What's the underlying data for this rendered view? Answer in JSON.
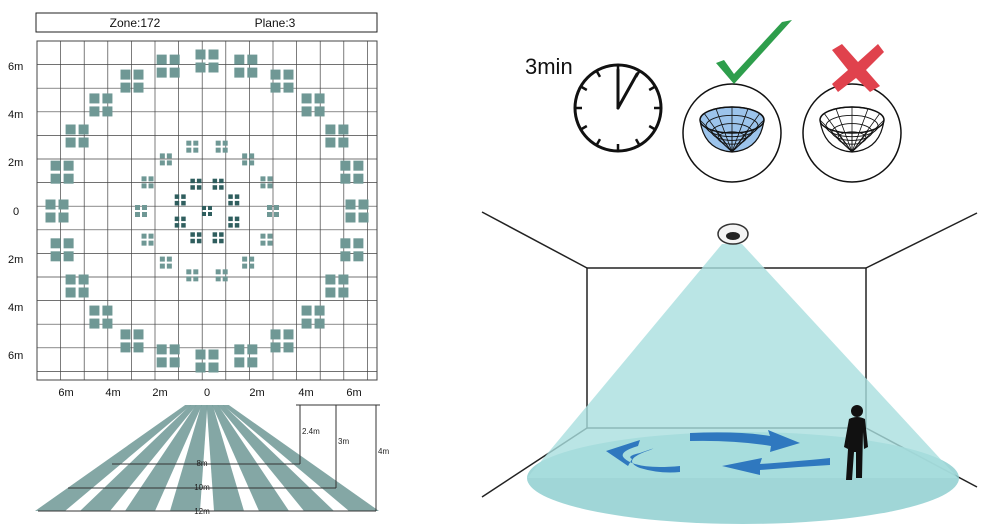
{
  "header": {
    "zone_text": "Zone:172",
    "plane_text": "Plane:3"
  },
  "y_axis_labels": [
    "6m",
    "4m",
    "2m",
    "0",
    "2m",
    "4m",
    "6m"
  ],
  "x_axis_labels": [
    "6m",
    "4m",
    "2m",
    "0",
    "2m",
    "4m",
    "6m"
  ],
  "side_view": {
    "range_labels": [
      "8m",
      "10m",
      "12m"
    ],
    "height_labels": [
      "2.4m",
      "3m",
      "4m"
    ]
  },
  "timer": {
    "label": "3min"
  },
  "colors": {
    "zone_fill": "#6f9895",
    "inner_zone_fill": "#2f5e5e",
    "beam": "#a9dede",
    "floor": "#8fcfd0",
    "check": "#2e9e4c",
    "cross": "#e0424d",
    "arrow": "#2f78bf",
    "grid": "#444444",
    "person": "#111111"
  }
}
